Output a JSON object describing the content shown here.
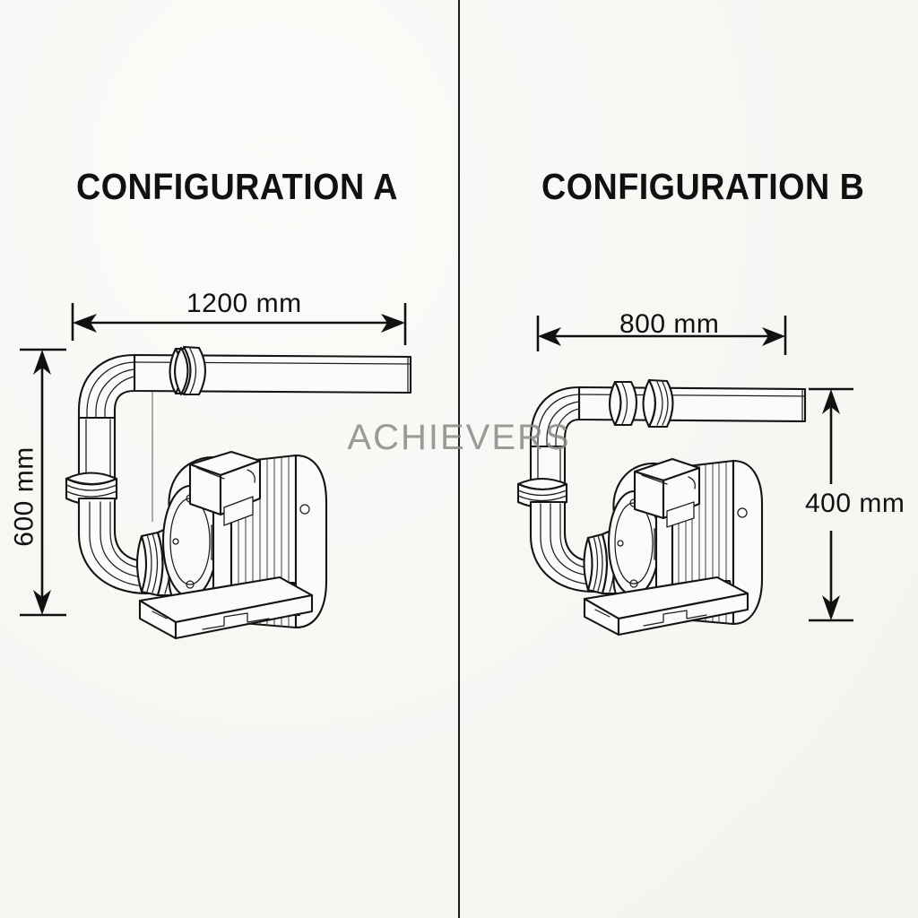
{
  "meta": {
    "background_color": "#f7f7f4",
    "ink_color": "#141414",
    "watermark_color": "#8a8a86"
  },
  "watermark": {
    "text": "ACHIEVERS"
  },
  "panels": [
    {
      "id": "a",
      "title": "CONFIGURATION A",
      "dimensions": {
        "horizontal": {
          "label": "1200 mm",
          "value": 1200,
          "unit": "mm",
          "orientation": "horizontal"
        },
        "vertical": {
          "label": "600 mm",
          "value": 600,
          "unit": "mm",
          "orientation": "vertical"
        }
      },
      "components": [
        "discharge-pipe",
        "elbow-bend",
        "pipe-flange-collar",
        "suction-pipe",
        "pump-volute",
        "electric-motor",
        "motor-junction-box",
        "base-plate"
      ]
    },
    {
      "id": "b",
      "title": "CONFIGURATION B",
      "dimensions": {
        "horizontal": {
          "label": "800 mm",
          "value": 800,
          "unit": "mm",
          "orientation": "horizontal"
        },
        "vertical": {
          "label": "400 mm",
          "value": 400,
          "unit": "mm",
          "orientation": "vertical"
        }
      },
      "components": [
        "discharge-pipe",
        "elbow-bend",
        "pipe-flange-collar",
        "suction-pipe",
        "pump-volute",
        "electric-motor",
        "motor-junction-box",
        "base-plate"
      ]
    }
  ]
}
